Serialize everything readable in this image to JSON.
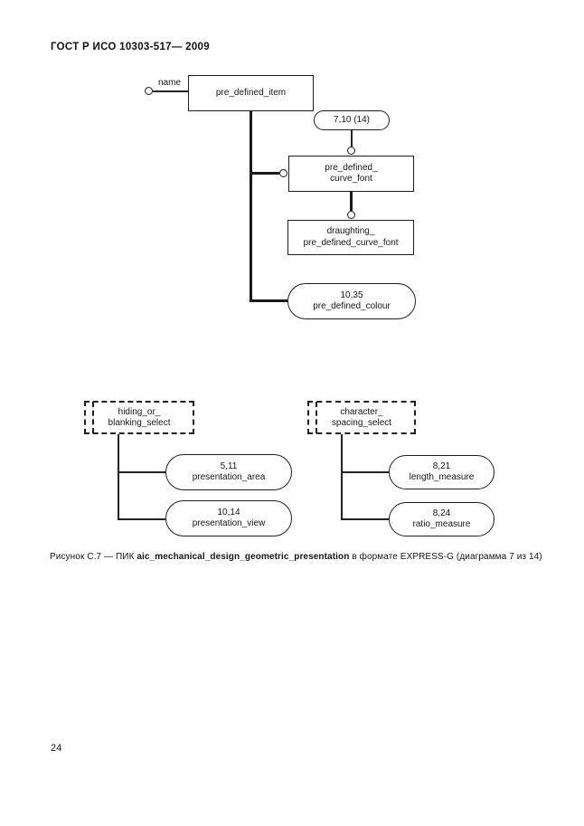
{
  "page": {
    "header": "ГОСТ Р ИСО 10303-517— 2009",
    "page_number": "24"
  },
  "caption": {
    "prefix": "Рисунок С.7 — ПИК ",
    "entity": "aic_mechanical_design_geometric_presentation",
    "suffix": " в формате EXPRESS-G (диаграмма 7 из 14)"
  },
  "colors": {
    "ink": "#1f1f1f",
    "paper": "#ffffff"
  },
  "diagram": {
    "type": "EXPRESS-G",
    "attribute_label": "name",
    "pre_defined_item": "pre_defined_item",
    "page_ref_7_10": "7,10 (14)",
    "pre_defined_curve_font": {
      "line1": "pre_defined_",
      "line2": "curve_font"
    },
    "draughting": {
      "line1": "draughting_",
      "line2": "pre_defined_curve_font"
    },
    "pre_defined_colour": {
      "line1": "10,35",
      "line2": "pre_defined_colour"
    },
    "hiding_select": {
      "line1": "hiding_or_",
      "line2": "blanking_select"
    },
    "presentation_area": {
      "line1": "5,11",
      "line2": "presentation_area"
    },
    "presentation_view": {
      "line1": "10,14",
      "line2": "presentation_view"
    },
    "character_select": {
      "line1": "character_",
      "line2": "spacing_select"
    },
    "length_measure": {
      "line1": "8,21",
      "line2": "length_measure"
    },
    "ratio_measure": {
      "line1": "8,24",
      "line2": "ratio_measure"
    }
  }
}
